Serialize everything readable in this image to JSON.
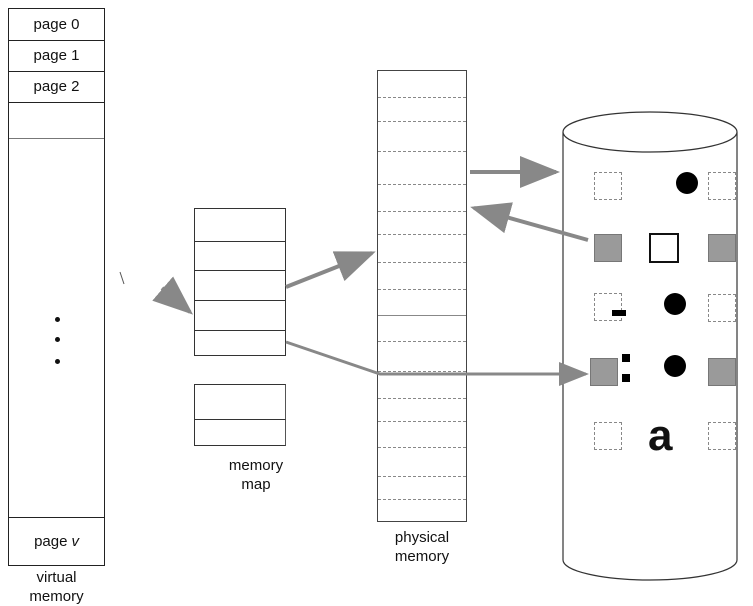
{
  "virtual_memory": {
    "pages": [
      "page 0",
      "page 1",
      "page 2"
    ],
    "last_page_prefix": "page",
    "last_page_var": "v",
    "label_line1": "virtual",
    "label_line2": "memory"
  },
  "memory_map": {
    "label_line1": "memory",
    "label_line2": "map"
  },
  "physical_memory": {
    "label_line1": "physical",
    "label_line2": "memory"
  },
  "disk": {
    "glyph_a": "a",
    "glyph_colon": ":",
    "glyph_dash": "-"
  }
}
